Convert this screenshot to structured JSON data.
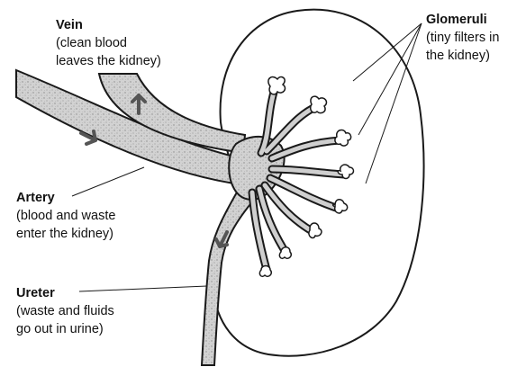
{
  "labels": {
    "vein": {
      "title": "Vein",
      "desc": [
        "(clean blood",
        "leaves the kidney)"
      ]
    },
    "glomeruli": {
      "title": "Glomeruli",
      "desc": [
        "(tiny filters in",
        "the kidney)"
      ]
    },
    "artery": {
      "title": "Artery",
      "desc": [
        "(blood and waste",
        "enter the kidney)"
      ]
    },
    "ureter": {
      "title": "Ureter",
      "desc": [
        "(waste and fluids",
        "go out in urine)"
      ]
    }
  },
  "colors": {
    "stroke": "#1a1a1a",
    "vessel_fill": "#cfcfcf",
    "arrow": "#555555",
    "kidney_fill": "#ffffff"
  }
}
